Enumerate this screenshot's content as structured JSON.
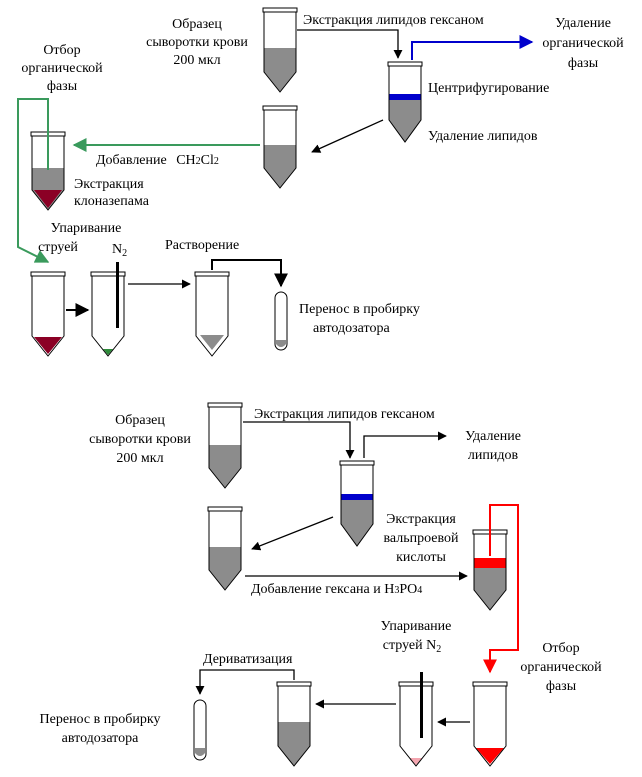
{
  "colors": {
    "sample_gray": "#8c8c8c",
    "hexane_layer": "#0000cc",
    "organic_phase_arrow_top": "#3a9a5c",
    "clonazepam_extract": "#8b0025",
    "residue_green": "#2e8b3a",
    "valproic_extract": "#ff0000",
    "residue_pink": "#f4a6b0",
    "blue_arrow": "#0000cc",
    "red_arrow": "#ff0000"
  },
  "top": {
    "sample_l1": "Образец",
    "sample_l2": "сыворотки крови",
    "sample_l3": "200 мкл",
    "hexane_extraction": "Экстракция липидов гексаном",
    "removal_org_l1": "Удаление",
    "removal_org_l2": "органической",
    "removal_org_l3": "фазы",
    "centrifugation": "Центрифугирование",
    "lipid_removal": "Удаление липидов",
    "org_sel_l1": "Отбор",
    "org_sel_l2": "органической",
    "org_sel_l3": "фазы",
    "add_ch2cl2_text": "Добавление",
    "ch2cl2_a": "CH",
    "ch2cl2_b": "2",
    "ch2cl2_c": "Cl",
    "ch2cl2_d": "2",
    "extraction_l1": "Экстракция",
    "extraction_l2": "клоназепама",
    "evap_l1": "Упаривание",
    "evap_l2": "струей",
    "evap_n": "N",
    "evap_sub": "2",
    "dissolution": "Растворение",
    "transfer_l1": "Перенос в пробирку",
    "transfer_l2": "автодозатора"
  },
  "bottom": {
    "sample_l1": "Образец",
    "sample_l2": "сыворотки крови",
    "sample_l3": "200 мкл",
    "hexane_extraction": "Экстракция липидов гексаном",
    "lipid_removal_l1": "Удаление",
    "lipid_removal_l2": "липидов",
    "extraction_l1": "Экстракция",
    "extraction_l2": "вальпроевой",
    "extraction_l3": "кислоты",
    "add_text": "Добавление гексана и H",
    "add_sub1": "3",
    "add_po": "PO",
    "add_sub2": "4",
    "evap_l1": "Упаривание",
    "evap_l2": "струей N",
    "evap_sub": "2",
    "org_sel_l1": "Отбор",
    "org_sel_l2": "органической",
    "org_sel_l3": "фазы",
    "derivatization": "Дериватизация",
    "transfer_l1": "Перенос в пробирку",
    "transfer_l2": "автодозатора"
  }
}
